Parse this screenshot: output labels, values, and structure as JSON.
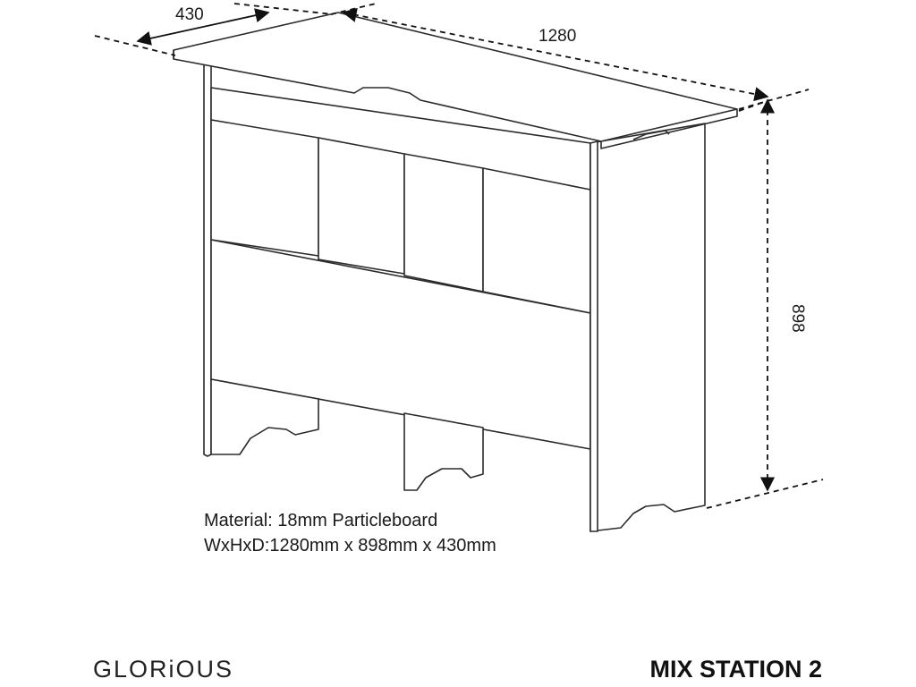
{
  "dimensions": {
    "depth": "430",
    "width": "1280",
    "height": "898"
  },
  "specs": {
    "material": "Material: 18mm Particleboard",
    "size": "WxHxD:1280mm x 898mm x 430mm"
  },
  "footer": {
    "brand": "GLORiOUS",
    "product": "MIX STATION 2"
  },
  "colors": {
    "line": "#2b2b2b",
    "panel": "#ffffff",
    "text": "#1a1a1a"
  }
}
